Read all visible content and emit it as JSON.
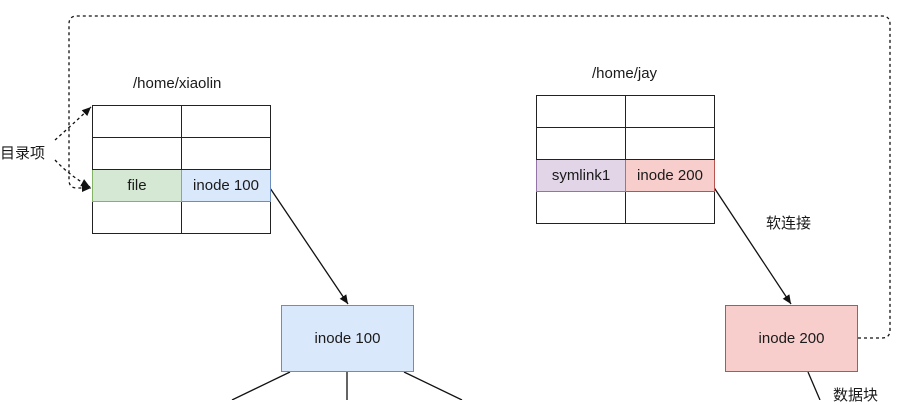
{
  "left_dir": {
    "path": "/home/xiaolin",
    "rows": [
      [
        "",
        ""
      ],
      [
        "",
        ""
      ],
      [
        "file",
        "inode 100"
      ],
      [
        "",
        ""
      ]
    ]
  },
  "right_dir": {
    "path": "/home/jay",
    "rows": [
      [
        "",
        ""
      ],
      [
        "",
        ""
      ],
      [
        "symlink1",
        "inode 200"
      ],
      [
        "",
        ""
      ]
    ]
  },
  "labels": {
    "dir_entry": "目录项",
    "soft_link": "软连接",
    "data_block": "数据块"
  },
  "nodes": {
    "inode100": "inode 100",
    "inode200": "inode 200"
  },
  "colors": {
    "file_cell": "#d5e8d4",
    "inode100_cell": "#dae8fc",
    "symlink_cell": "#e1d5e7",
    "inode200_cell": "#f8cecc",
    "inode100_stroke": "#6c8ebf",
    "inode200_stroke": "#b85450"
  }
}
